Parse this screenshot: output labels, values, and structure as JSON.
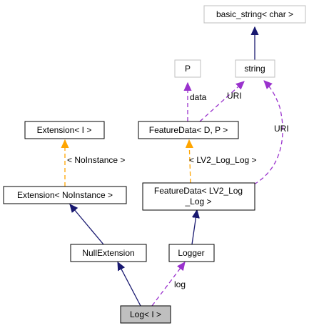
{
  "colors": {
    "inheritance": "#191970",
    "usage": "#9a32cd",
    "template": "#ffa500",
    "node_border_dark": "#000000",
    "node_border_light": "#bfbfbf",
    "node_fill_highlight": "#bfbfbf",
    "node_fill": "#ffffff"
  },
  "nodes": {
    "basic_string": "basic_string< char >",
    "string": "string",
    "p": "P",
    "feature_data_dp": "FeatureData< D, P >",
    "extension_i": "Extension< I >",
    "extension_noinstance": "Extension< NoInstance >",
    "feature_data_lv2_line1": "FeatureData< LV2_Log",
    "feature_data_lv2_line2": "_Log >",
    "null_extension": "NullExtension",
    "logger": "Logger",
    "log_i": "Log< I >"
  },
  "edge_labels": {
    "data": "data",
    "uri_1": "URI",
    "uri_2": "URI",
    "noinstance": "< NoInstance >",
    "lv2_log_log": "< LV2_Log_Log >",
    "log": "log"
  }
}
